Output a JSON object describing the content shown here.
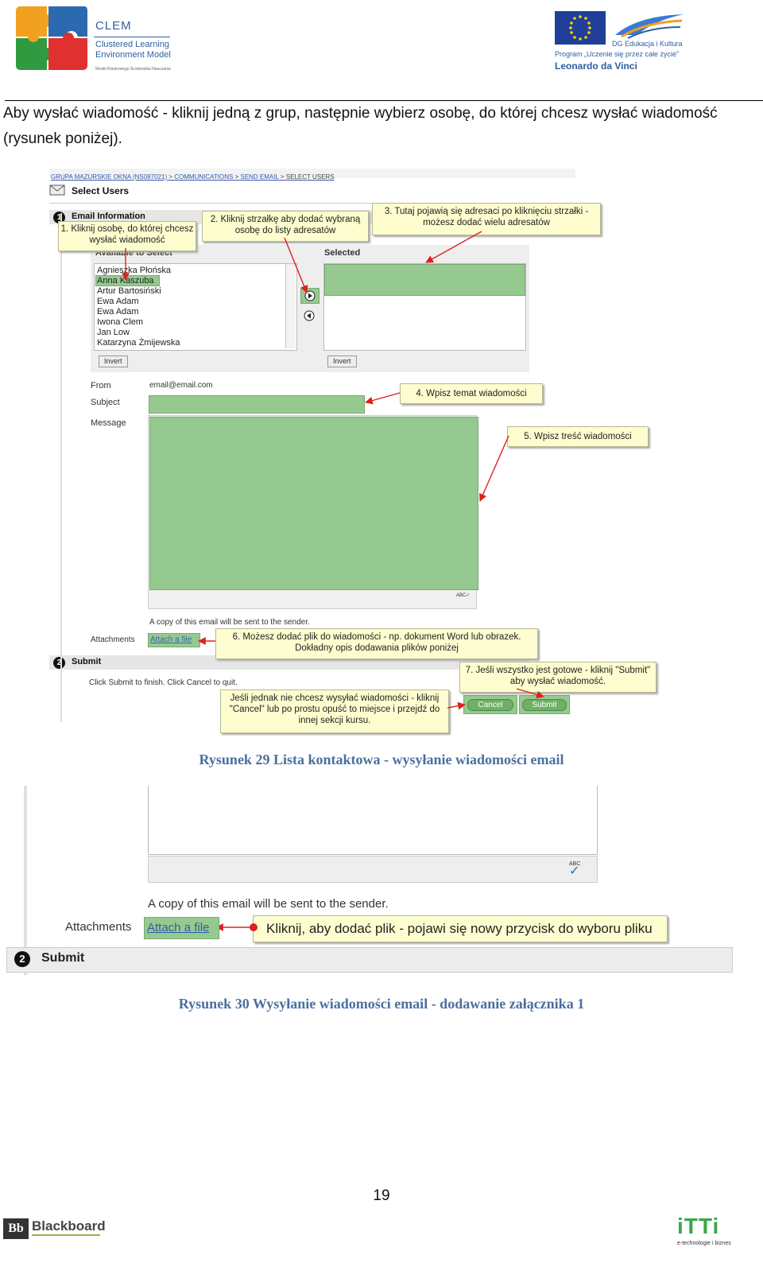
{
  "header": {
    "clem_title": "CLEM",
    "clem_line1": "Clustered Learning",
    "clem_line2": "Environment Model",
    "clem_tiny": "Model Klastrowego Środowiska Nauczania",
    "eu_line1": "DG Edukacja i Kultura",
    "eu_line2": "Program „Uczenie się przez całe życie”",
    "eu_line3": "Leonardo da Vinci"
  },
  "intro_text": "Aby wysłać wiadomość  - kliknij jedną z grup, następnie wybierz osobę, do której chcesz wysłać wiadomość (rysunek poniżej).",
  "figure1": {
    "breadcrumb": [
      "GRUPA MAZURSKIE OKNA (NS087021)",
      "COMMUNICATIONS",
      "SEND EMAIL",
      "SELECT USERS"
    ],
    "breadcrumb_sep": ">",
    "page_title": "Select Users",
    "step1_number": "1",
    "step1_title": "Email Information",
    "available_label": "Available to Select",
    "selected_label": "Selected",
    "users": [
      "Agnieszka Płońska",
      "Anna Kaszuba",
      "Artur Bartosiński",
      "Ewa Adam",
      "Ewa Adam",
      "Iwona Clem",
      "Jan Low",
      "Katarzyna Żmijewska"
    ],
    "selected_user_index": 1,
    "invert_label": "Invert",
    "from_label": "From",
    "from_value": "email@email.com",
    "subject_label": "Subject",
    "message_label": "Message",
    "copy_note": "A copy of this email will be sent to the sender.",
    "attachments_label": "Attachments",
    "attach_link": "Attach a file",
    "step2_number": "2",
    "step2_title": "Submit",
    "submit_instruction": "Click Submit to finish. Click Cancel to quit.",
    "cancel_label": "Cancel",
    "submit_label": "Submit",
    "spell_label": "ABC",
    "callouts": {
      "c1": "1. Kliknij osobę, do której chcesz wysłać wiadomość",
      "c2": "2. Kliknij strzałkę aby dodać wybraną osobę do listy adresatów",
      "c3": "3. Tutaj pojawią się adresaci po kliknięciu strzałki - możesz dodać wielu adresatów",
      "c4": "4. Wpisz temat wiadomości",
      "c5": "5. Wpisz treść wiadomości",
      "c6": "6. Możesz dodać plik do wiadomości - np. dokument Word lub obrazek. Dokładny opis dodawania plików poniżej",
      "c7": "7. Jeśli wszystko jest gotowe - kliknij \"Submit\" aby wysłać wiadomość.",
      "c8": "Jeśli jednak nie chcesz wysyłać wiadomości - kliknij \"Cancel\" lub po prostu opuść to miejsce i przejdź do innej sekcji kursu."
    }
  },
  "caption1": "Rysunek 29 Lista kontaktowa - wysyłanie wiadomości email",
  "figure2": {
    "copy_note": "A copy of this email will be sent to the sender.",
    "attachments_label": "Attachments",
    "attach_link": "Attach a file",
    "callout": "Kliknij, aby dodać plik - pojawi się nowy przycisk do wyboru pliku",
    "step2_number": "2",
    "step2_title": "Submit",
    "spell_label": "ABC"
  },
  "caption2": "Rysunek 30 Wysyłanie wiadomości email - dodawanie załącznika 1",
  "page_number": "19",
  "footer": {
    "bb_logo": "Bb",
    "bb_name": "Blackboard",
    "itti_logo": "iTTi",
    "itti_tagline": "e-technologie i biznes"
  },
  "colors": {
    "callout_bg": "#fdfdcf",
    "highlight_green": "#96c990",
    "arrow_red": "#e02020",
    "caption_blue": "#4a6fa0"
  }
}
